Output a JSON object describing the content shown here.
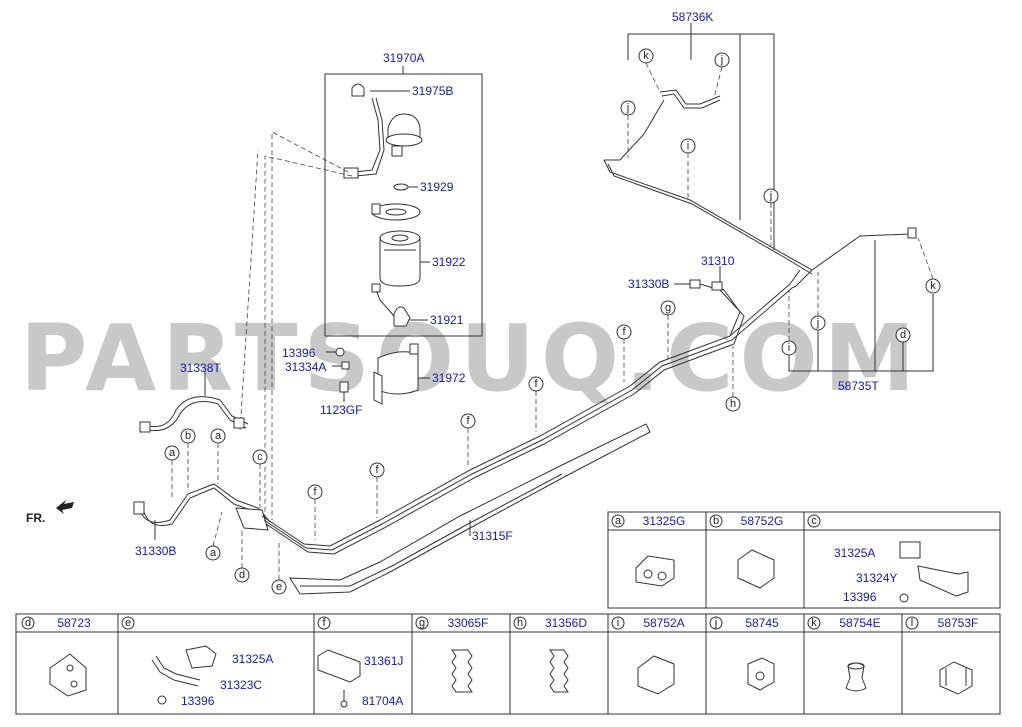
{
  "watermark": "PARTSOUQ.COM",
  "orientation_label": "FR.",
  "callouts": {
    "group_31970A": "31970A",
    "p31975B": "31975B",
    "p31929": "31929",
    "p31922": "31922",
    "p31921": "31921",
    "p13396": "13396",
    "p31334A": "31334A",
    "p31972": "31972",
    "p1123GF": "1123GF",
    "p31338T": "31338T",
    "p31330B": "31330B",
    "p31315F": "31315F",
    "p58736K": "58736K",
    "p31310": "31310",
    "p31330B_top": "31330B",
    "p58735T": "58735T"
  },
  "circle_letters": [
    "a",
    "b",
    "c",
    "d",
    "e",
    "f",
    "g",
    "h",
    "i",
    "j",
    "k",
    "l"
  ],
  "legend_cells": [
    {
      "letter": "a",
      "code": "31325G"
    },
    {
      "letter": "b",
      "code": "58752G"
    },
    {
      "letter": "c",
      "code": "",
      "sub": [
        {
          "code": "31325A"
        },
        {
          "code": "31324Y"
        },
        {
          "code": "13396"
        }
      ]
    },
    {
      "letter": "d",
      "code": "58723"
    },
    {
      "letter": "e",
      "code": "",
      "sub": [
        {
          "code": "31325A"
        },
        {
          "code": "31323C"
        },
        {
          "code": "13396"
        }
      ]
    },
    {
      "letter": "f",
      "code": "",
      "sub": [
        {
          "code": "31361J"
        },
        {
          "code": "81704A"
        }
      ]
    },
    {
      "letter": "g",
      "code": "33065F"
    },
    {
      "letter": "h",
      "code": "31356D"
    },
    {
      "letter": "i",
      "code": "58752A"
    },
    {
      "letter": "j",
      "code": "58745"
    },
    {
      "letter": "k",
      "code": "58754E"
    },
    {
      "letter": "l",
      "code": "58753F"
    }
  ]
}
